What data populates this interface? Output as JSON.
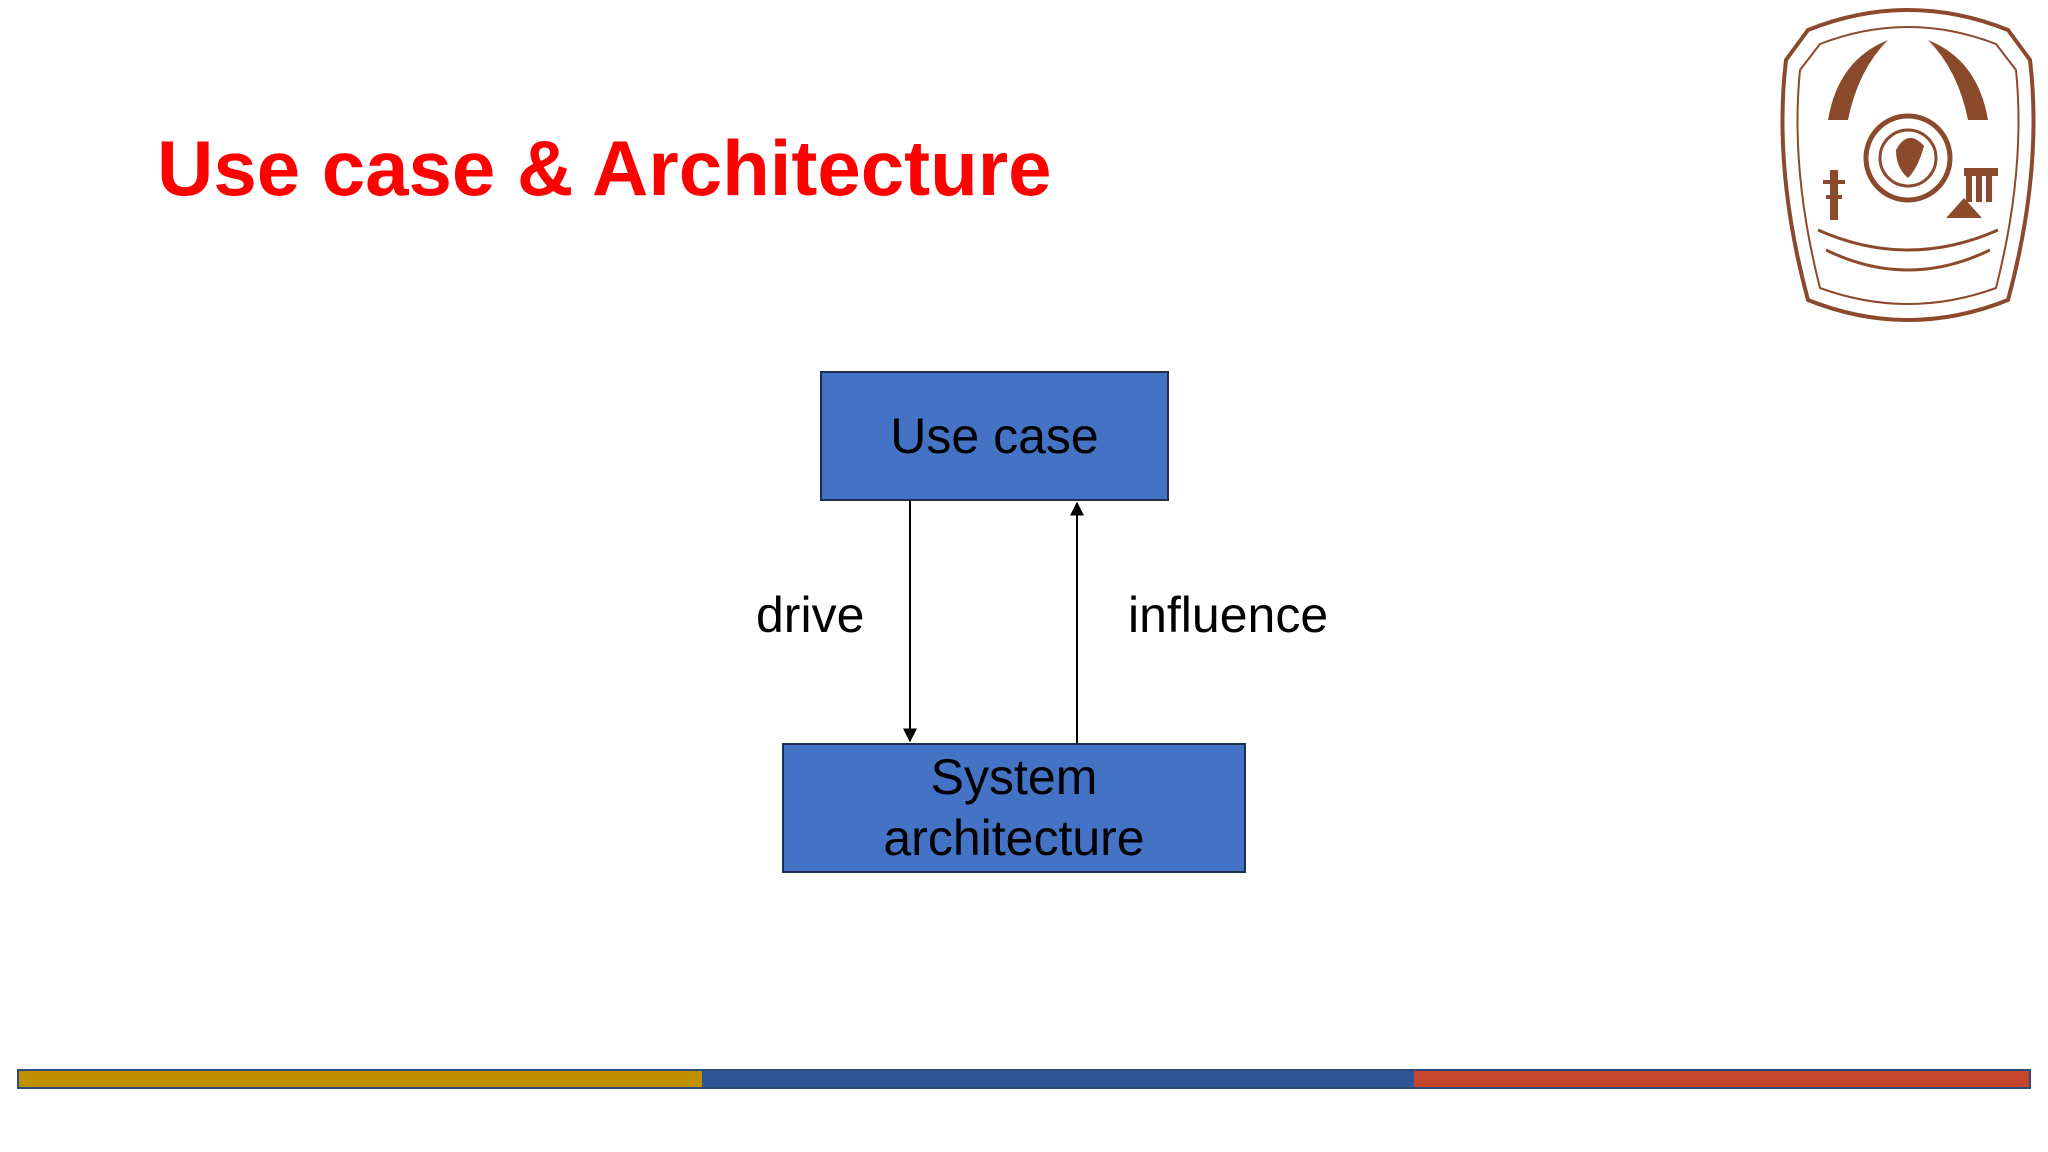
{
  "slide": {
    "title": "Use case & Architecture",
    "title_color": "#ff0000"
  },
  "diagram": {
    "box_color": "#4472c4",
    "nodes": {
      "use_case": {
        "label": "Use case"
      },
      "system_architecture": {
        "label_line1": "System",
        "label_line2": "architecture"
      }
    },
    "edges": {
      "drive": {
        "label": "drive",
        "from": "Use case",
        "to": "System architecture"
      },
      "influence": {
        "label": "influence",
        "from": "System architecture",
        "to": "Use case"
      }
    }
  },
  "logo": {
    "name": "nit-jamshedpur-emblem",
    "color": "#8b4a2b"
  },
  "footer": {
    "segments": [
      {
        "color": "#bf9000"
      },
      {
        "color": "#2f5597"
      },
      {
        "color": "#c5452d"
      }
    ]
  }
}
